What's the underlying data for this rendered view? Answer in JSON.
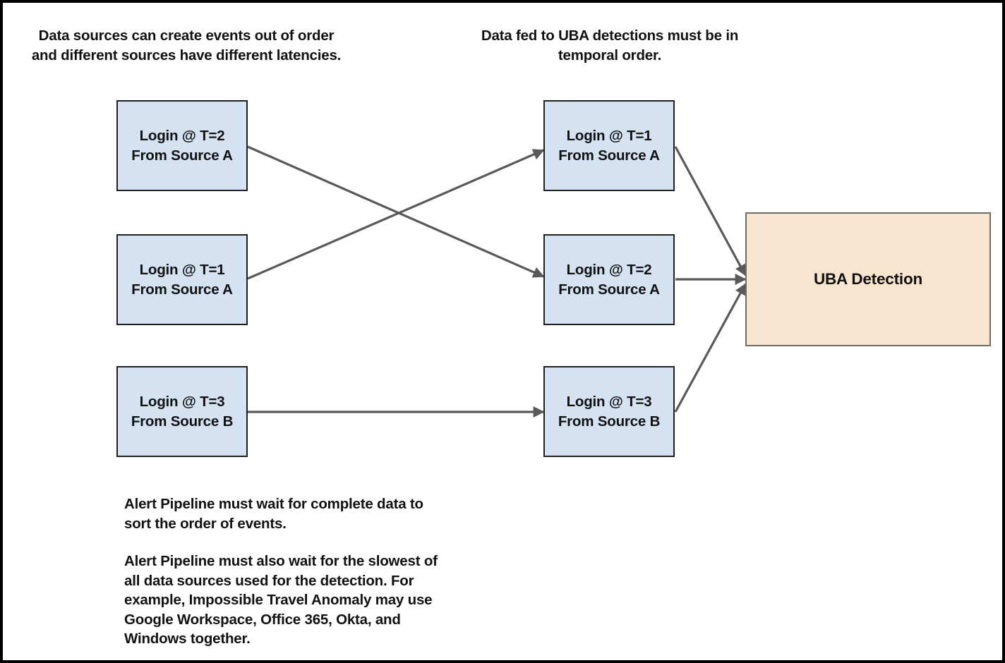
{
  "captions": {
    "top_left": {
      "lines": [
        "Data sources can create events out of order",
        "and different sources have different latencies."
      ]
    },
    "top_middle": {
      "lines": [
        "Data fed to UBA detections must be in",
        "temporal order."
      ]
    }
  },
  "unsorted_events": [
    {
      "line1": "Login @ T=2",
      "line2": "From Source A"
    },
    {
      "line1": "Login @ T=1",
      "line2": "From Source A"
    },
    {
      "line1": "Login @ T=3",
      "line2": "From Source B"
    }
  ],
  "sorted_events": [
    {
      "line1": "Login @ T=1",
      "line2": "From Source A"
    },
    {
      "line1": "Login @ T=2",
      "line2": "From Source A"
    },
    {
      "line1": "Login @ T=3",
      "line2": "From Source B"
    }
  ],
  "uba": {
    "label": "UBA Detection"
  },
  "notes": {
    "paragraph1": {
      "lines": [
        "Alert Pipeline must wait for complete data to",
        "sort the order of events."
      ]
    },
    "paragraph2": {
      "lines": [
        "Alert Pipeline must also wait for the slowest of",
        "all data sources used for the detection. For",
        "example, Impossible Travel Anomaly may use",
        "Google Workspace, Office 365, Okta, and",
        "Windows together."
      ]
    }
  },
  "colors": {
    "event_box_fill": "#d4e2f1",
    "event_box_border": "#1f1f1f",
    "uba_box_fill": "#f8e5d0",
    "uba_box_border": "#6f6b68",
    "arrow": "#595959",
    "text": "#111111",
    "frame_border": "#000000",
    "background": "#ffffff"
  }
}
